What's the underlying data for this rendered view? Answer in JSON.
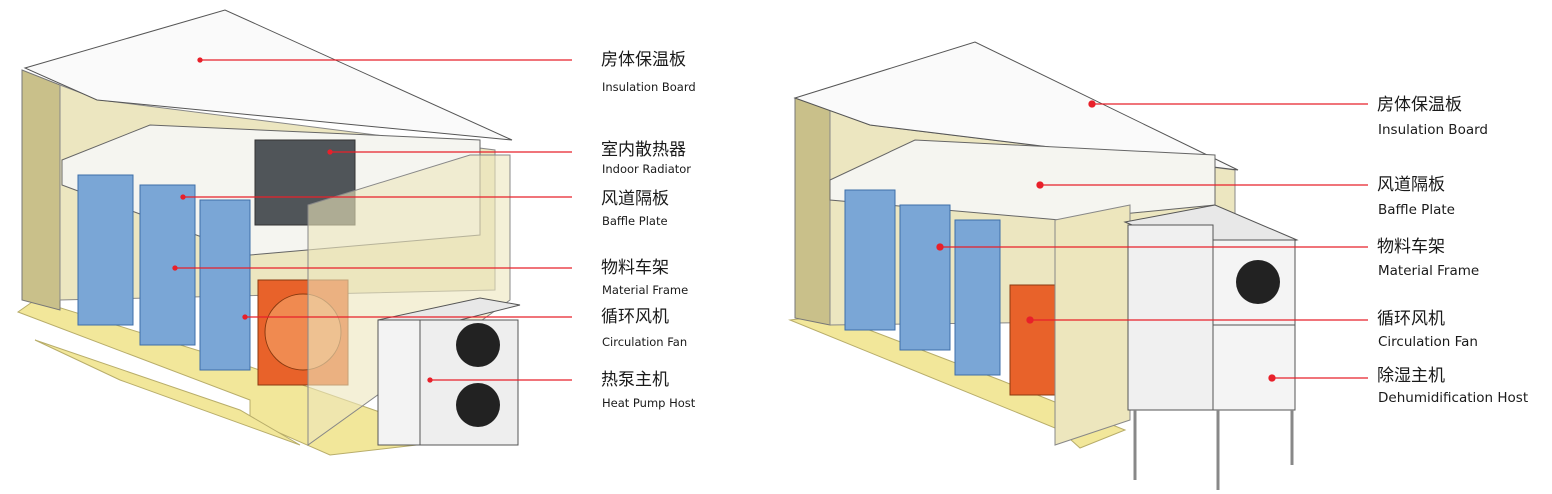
{
  "left_diagram": {
    "labels": [
      {
        "zh": "房体保温板",
        "en": "Insulation Board"
      },
      {
        "zh": "室内散热器",
        "en": "Indoor Radiator"
      },
      {
        "zh": "风道隔板",
        "en": "Baffle Plate"
      },
      {
        "zh": "物料车架",
        "en": "Material Frame"
      },
      {
        "zh": "循环风机",
        "en": "Circulation Fan"
      },
      {
        "zh": "热泵主机",
        "en": "Heat Pump Host"
      }
    ]
  },
  "right_diagram": {
    "labels": [
      {
        "zh": "房体保温板",
        "en": "Insulation Board"
      },
      {
        "zh": "风道隔板",
        "en": "Baffle Plate"
      },
      {
        "zh": "物料车架",
        "en": "Material Frame"
      },
      {
        "zh": "循环风机",
        "en": "Circulation Fan"
      },
      {
        "zh": "除湿主机",
        "en": "Dehumidification Host"
      }
    ]
  },
  "colors": {
    "leader": "#e8202a",
    "wall": "#e9e2b8",
    "floor": "#f2e79a",
    "fan": "#e8622a",
    "rack": "#5b8fc9"
  }
}
